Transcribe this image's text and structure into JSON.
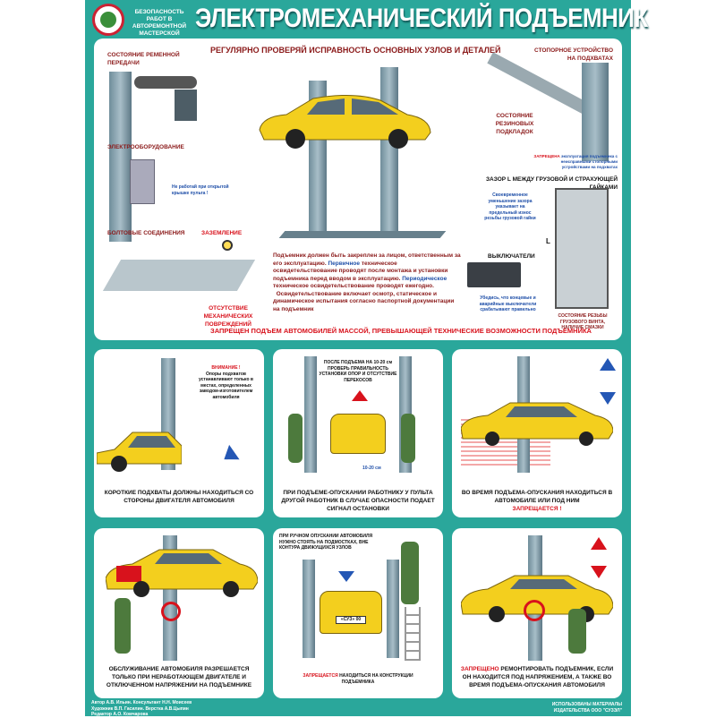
{
  "header": {
    "series": "БЕЗОПАСНОСТЬ РАБОТ В АВТОРЕМОНТНОЙ МАСТЕРСКОЙ",
    "title": "ЭЛЕКТРОМЕХАНИЧЕСКИЙ ПОДЪЕМНИК"
  },
  "top": {
    "heading": "РЕГУЛЯРНО ПРОВЕРЯЙ ИСПРАВНОСТЬ ОСНОВНЫХ УЗЛОВ И ДЕТАЛЕЙ",
    "belt": "СОСТОЯНИЕ РЕМЕННОЙ ПЕРЕДАЧИ",
    "electric": "ЭЛЕКТРООБОРУДОВАНИЕ",
    "electric_note": "Не работай при открытой крышке пульта !",
    "bolts": "БОЛТОВЫЕ СОЕДИНЕНИЯ",
    "ground": "ЗАЗЕМЛЕНИЕ",
    "damage": "ОТСУТСТВИЕ МЕХАНИЧЕСКИХ ПОВРЕЖДЕНИЙ",
    "stopper": "СТОПОРНОЕ УСТРОЙСТВО НА ПОДХВАТАХ",
    "rubber": "СОСТОЯНИЕ РЕЗИНОВЫХ ПОДКЛАДОК",
    "stopper_note_red": "ЗАПРЕЩЕНА",
    "stopper_note": "эксплуатация подъемника с неисправными стопорными устройствами на подхватах",
    "gap": "ЗАЗОР L МЕЖДУ ГРУЗОВОЙ И СТРАХУЮЩЕЙ ГАЙКАМИ",
    "gap_note": "Своевременное уменьшение зазора указывает на предельный износ резьбы грузовой гайки",
    "switches": "ВЫКЛЮЧАТЕЛИ",
    "switches_note": "Убедись, что концевые и аварийные выключатели срабатывают правильно",
    "thread": "СОСТОЯНИЕ РЕЗЬБЫ ГРУЗОВОГО ВИНТА, НАЛИЧИЕ СМАЗКИ",
    "gap_letter": "L",
    "body_1": "Подъемник должен быть закреплен за лицом, ответственным за его эксплуатацию.",
    "body_2": "Первичное",
    "body_3": "техническое освидетельствование проводят после монтажа и установки подъемника перед вводом в эксплуатацию.",
    "body_4": "Периодическое",
    "body_5": "техническое освидетельствование проводят ежегодно.",
    "body_6": "Освидетельствование включает осмотр, статическое и динамическое испытания согласно паспортной документации на подъемник",
    "warning": "ЗАПРЕЩЕН ПОДЪЕМ АВТОМОБИЛЕЙ МАССОЙ, ПРЕВЫШАЮЩЕЙ ТЕХНИЧЕСКИЕ ВОЗМОЖНОСТИ ПОДЪЕМНИКА"
  },
  "panels": [
    {
      "note_red": "ВНИМАНИЕ !",
      "note": "Опоры подхватов устанавливают только в местах, определенных заводом-изготовителем автомобиля",
      "caption": "КОРОТКИЕ ПОДХВАТЫ ДОЛЖНЫ НАХОДИТЬСЯ СО СТОРОНЫ ДВИГАТЕЛЯ АВТОМОБИЛЯ"
    },
    {
      "note": "ПОСЛЕ ПОДЪЕМА НА 10-20 см ПРОВЕРЬ ПРАВИЛЬНОСТЬ УСТАНОВКИ ОПОР И ОТСУТСТВИЕ ПЕРЕКОСОВ",
      "measure": "10-20 см",
      "caption": "ПРИ ПОДЪЕМЕ-ОПУСКАНИИ РАБОТНИКУ У ПУЛЬТА ДРУГОЙ РАБОТНИК В СЛУЧАЕ ОПАСНОСТИ ПОДАЕТ СИГНАЛ ОСТАНОВКИ"
    },
    {
      "caption": "ВО ВРЕМЯ ПОДЪЕМА-ОПУСКАНИЯ НАХОДИТЬСЯ В АВТОМОБИЛЕ ИЛИ ПОД НИМ",
      "caption_red": "ЗАПРЕЩАЕТСЯ !"
    },
    {
      "caption": "ОБСЛУЖИВАНИЕ АВТОМОБИЛЯ РАЗРЕШАЕТСЯ ТОЛЬКО ПРИ НЕРАБОТАЮЩЕМ ДВИГАТЕЛЕ И ОТКЛЮЧЕННОМ НАПРЯЖЕНИИ НА ПОДЪЕМНИКЕ"
    },
    {
      "note": "ПРИ РУЧНОМ ОПУСКАНИИ АВТОМОБИЛЯ НУЖНО СТОЯТЬ НА ПОДМОСТКАХ, ВНЕ КОНТУРА ДВИЖУЩИХСЯ УЗЛОВ",
      "plate": "«СУЗ» 00",
      "caption_red": "ЗАПРЕЩАЕТСЯ",
      "caption": "НАХОДИТЬСЯ НА КОНСТРУКЦИИ ПОДЪЕМНИКА"
    },
    {
      "caption_red": "ЗАПРЕЩЕНО",
      "caption": "РЕМОНТИРОВАТЬ ПОДЪЕМНИК, ЕСЛИ ОН НАХОДИТСЯ ПОД НАПРЯЖЕНИЕМ, А ТАКЖЕ ВО ВРЕМЯ ПОДЪЕМА-ОПУСКАНИЯ АВТОМОБИЛЯ"
    }
  ],
  "footer": {
    "credits": [
      "Автор А.В. Ильин. Консультант Н.Н. Моисеев",
      "Художник В.П. Гасилин. Верстка А.В.Цыпин",
      "Редактор А.О. Комчарова"
    ],
    "publisher": [
      "ИСПОЛЬЗОВАНЫ МАТЕРИАЛЫ",
      "ИЗДАТЕЛЬСТВА ООО \"СУЗЭЛ\""
    ]
  },
  "colors": {
    "background": "#2aa79b",
    "accent_red": "#d8121c",
    "car": "#f3cf1e"
  }
}
